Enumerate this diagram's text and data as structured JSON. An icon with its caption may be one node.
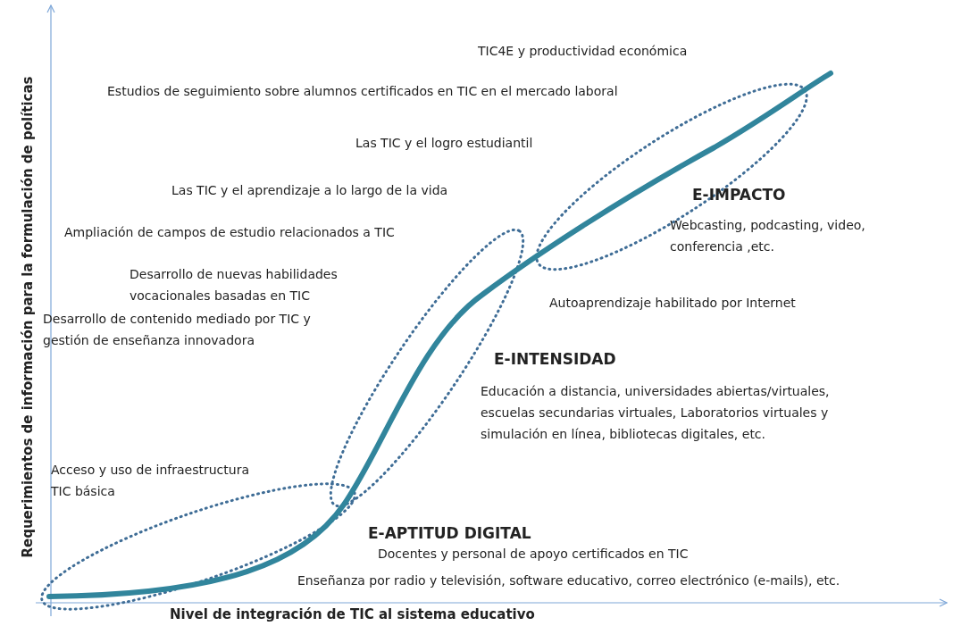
{
  "diagram": {
    "labels": [
      "Requerimientos de información para la formulación de políticas",
      "TIC4E y productividad económica",
      "Estudios de seguimiento sobre alumnos certificados en TIC en el mercado laboral",
      "Las TIC y el logro estudiantil",
      "E-IMPACTO",
      "Las TIC y el aprendizaje a lo largo de la vida",
      "Ampliación de campos de estudio relacionados a TIC",
      "Webcasting, podcasting, video, conferencia ,etc.",
      "Desarrollo de nuevas habilidades vocacionales basadas en TIC",
      "Autoaprendizaje habilitado por Internet",
      "Desarrollo de contenido mediado por TIC y gestión de enseñanza innovadora",
      "E-INTENSIDAD",
      "Educación a distancia, universidades abiertas/virtuales, escuelas secundarias virtuales, Laboratorios virtuales y simulación en línea, bibliotecas digitales, etc.",
      "Acceso y uso de infraestructura TIC básica",
      "E-APTITUD DIGITAL",
      "Docentes y personal de apoyo certificados en TIC",
      "Enseñanza por radio y televisión, software educativo, correo electrónico (e-mails), etc.",
      "Nivel de integración de TIC al sistema educativo"
    ]
  }
}
